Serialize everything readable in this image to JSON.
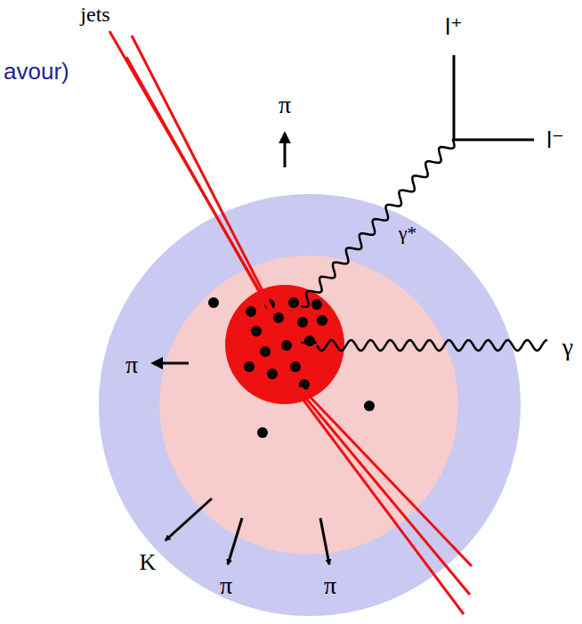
{
  "diagram": {
    "labels": [
      "avour)",
      "jets",
      "π",
      "l⁺",
      "l⁻",
      "γ*",
      "π",
      "γ",
      "K",
      "π",
      "π"
    ]
  }
}
